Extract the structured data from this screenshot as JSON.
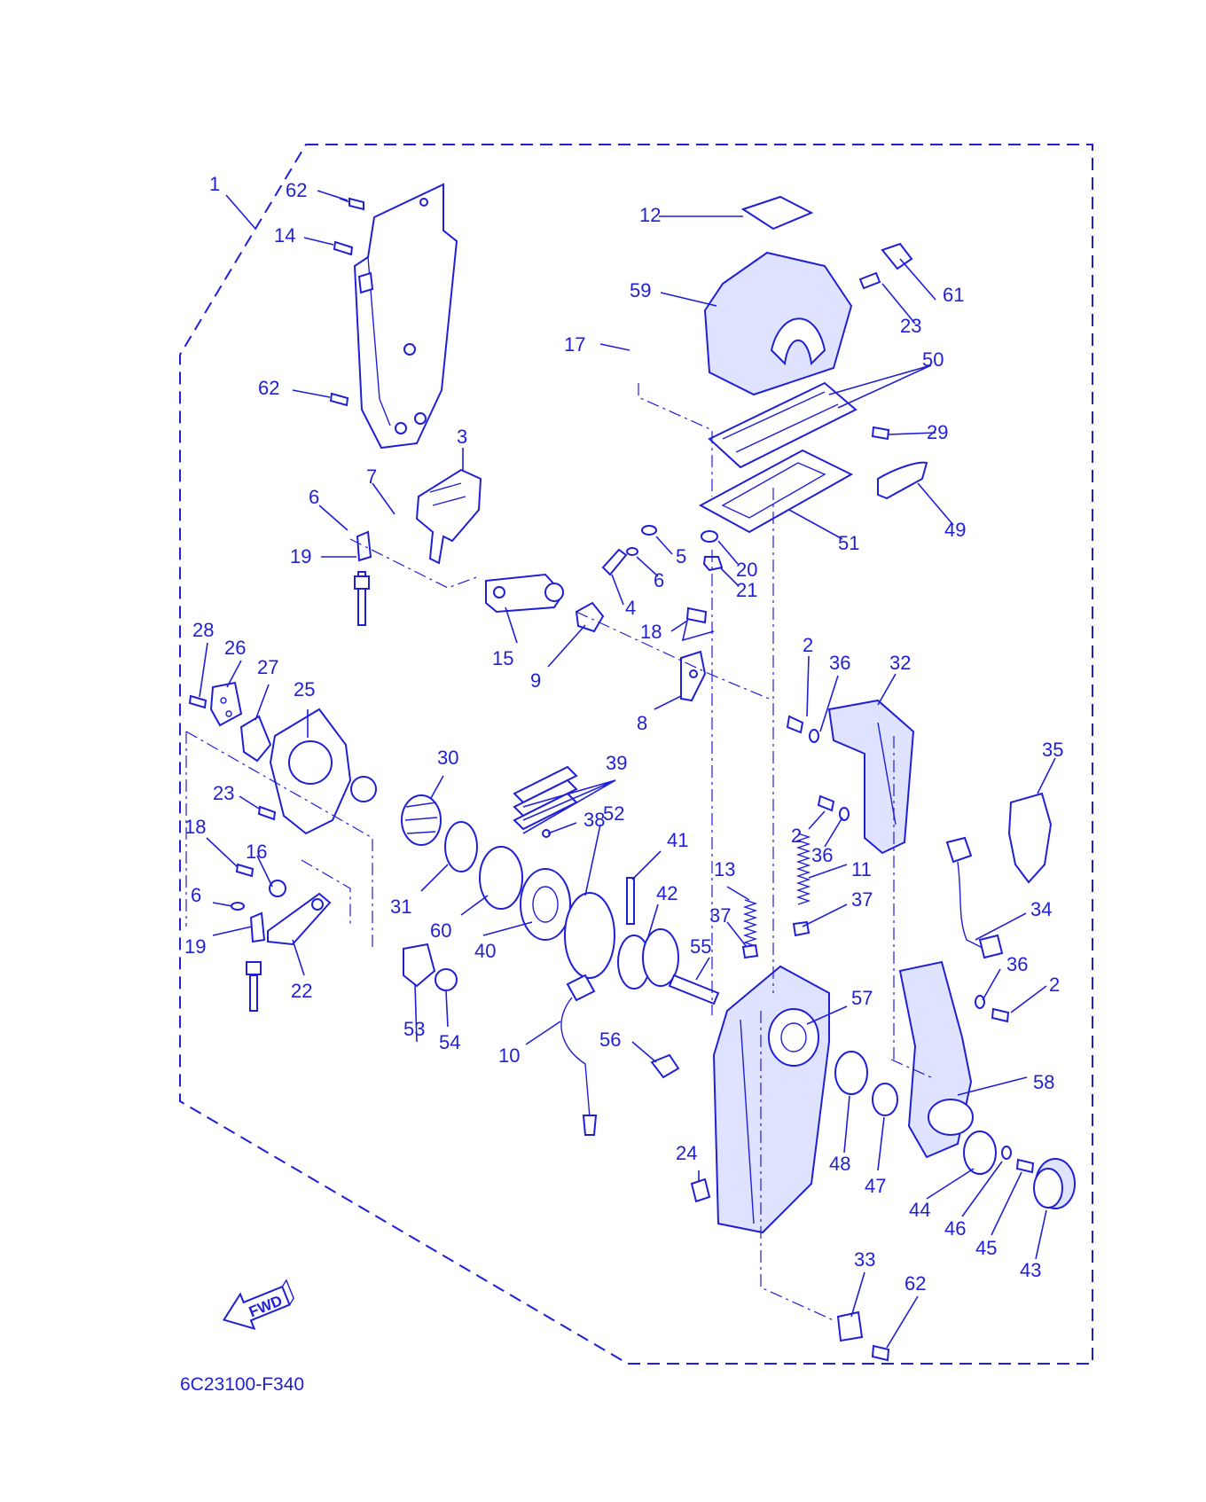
{
  "diagram": {
    "code": "6C23100-F340",
    "fwd_label": "FWD",
    "callouts": [
      "1",
      "2",
      "3",
      "4",
      "5",
      "6",
      "7",
      "8",
      "9",
      "10",
      "11",
      "12",
      "13",
      "14",
      "15",
      "16",
      "17",
      "18",
      "19",
      "20",
      "21",
      "22",
      "23",
      "24",
      "25",
      "26",
      "27",
      "28",
      "29",
      "30",
      "31",
      "32",
      "33",
      "34",
      "35",
      "36",
      "37",
      "38",
      "39",
      "40",
      "41",
      "42",
      "43",
      "44",
      "45",
      "46",
      "47",
      "48",
      "49",
      "50",
      "51",
      "52",
      "53",
      "54",
      "55",
      "56",
      "57",
      "58",
      "59",
      "60",
      "61",
      "62"
    ]
  },
  "colors": {
    "ink": "#1f1fd6",
    "fill": "#dfe3ff",
    "background": "#ffffff"
  }
}
